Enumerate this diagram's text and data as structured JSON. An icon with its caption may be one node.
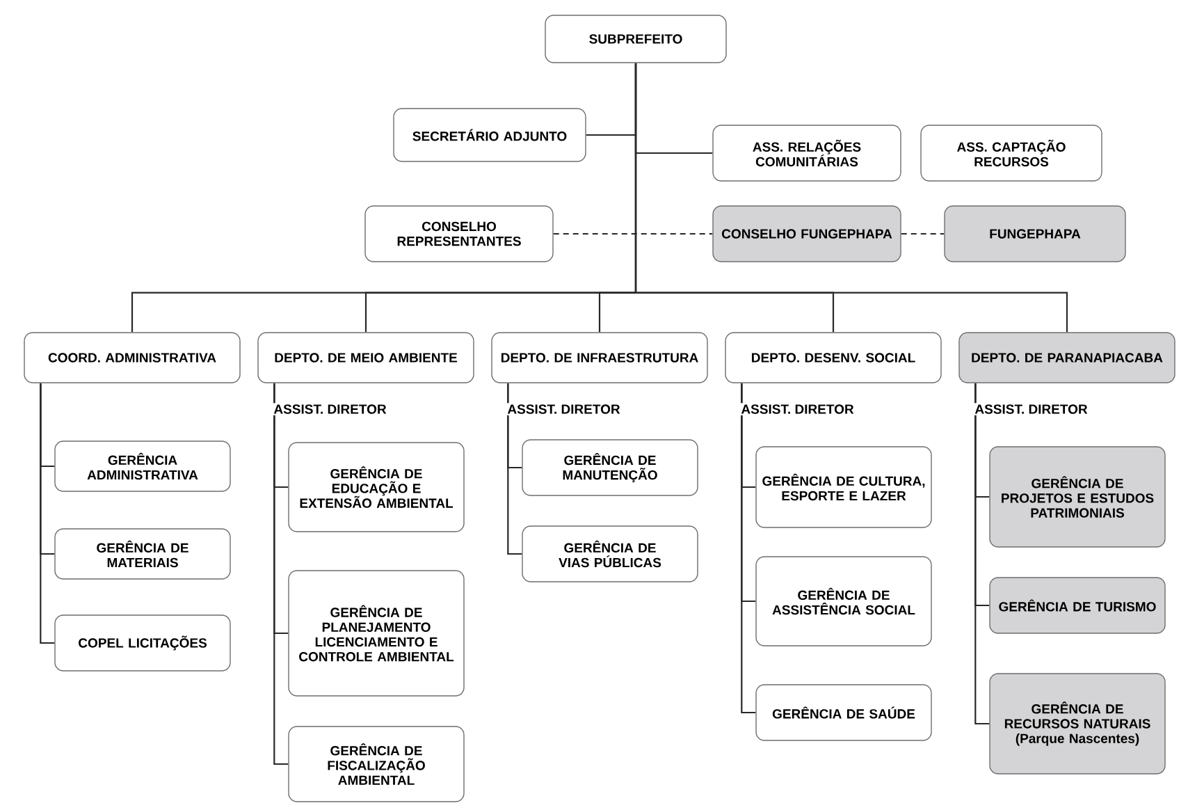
{
  "diagram": {
    "nodes": [
      {
        "text": [
          "SUBPREFEITO"
        ]
      },
      {
        "text": [
          "SECRETÁRIO ADJUNTO"
        ]
      },
      {
        "text": [
          "ASS. RELAÇÕES COMUNITÁRIAS"
        ]
      },
      {
        "text": [
          "ASS. CAPTAÇÃO RECURSOS"
        ]
      },
      {
        "text": [
          "CONSELHO REPRESENTANTES"
        ]
      },
      {
        "text": [
          "CONSELHO FUNGEPHAPA"
        ]
      },
      {
        "text": [
          "FUNGEPHAPA"
        ]
      },
      {
        "text": [
          "COORD. ADMINISTRATIVA"
        ]
      },
      {
        "text": [
          "DEPTO. DE MEIO AMBIENTE"
        ]
      },
      {
        "text": [
          "DEPTO. DE INFRAESTRUTURA"
        ]
      },
      {
        "text": [
          "DEPTO. DESENV. SOCIAL"
        ]
      },
      {
        "text": [
          "DEPTO. DE PARANAPIACABA"
        ]
      },
      {
        "text": [
          "GERÊNCIA ADMINISTRATIVA"
        ]
      },
      {
        "text": [
          "GERÊNCIA DE MATERIAIS"
        ]
      },
      {
        "text": [
          "COPEL LICITAÇÕES"
        ]
      },
      {
        "text": [
          "GERÊNCIA DE EDUCAÇÃO E EXTENSÃO AMBIENTAL"
        ]
      },
      {
        "text": [
          "GERÊNCIA DE PLANEJAMENTO LICENCIAMENTO E CONTROLE AMBIENTAL"
        ]
      },
      {
        "text": [
          "GERÊNCIA DE FISCALIZAÇÃO AMBIENTAL"
        ]
      },
      {
        "text": [
          "GERÊNCIA DE MANUTENÇÃO"
        ]
      },
      {
        "text": [
          "GERÊNCIA DE VIAS PÚBLICAS"
        ]
      },
      {
        "text": [
          "GERÊNCIA DE CULTURA, ESPORTE E LAZER"
        ]
      },
      {
        "text": [
          "GERÊNCIA DE ASSISTÊNCIA SOCIAL"
        ]
      },
      {
        "text": [
          "GERÊNCIA DE SAÚDE"
        ]
      },
      {
        "text": [
          "GERÊNCIA DE PROJETOS E ESTUDOS PATRIMONIAIS"
        ]
      },
      {
        "text": [
          "GERÊNCIA DE TURISMO"
        ]
      },
      {
        "text": [
          "GERÊNCIA DE RECURSOS NATURAIS (Parque Nascentes)"
        ]
      }
    ],
    "edges": [
      {
        "from": 0,
        "to": 1,
        "arrow": "none"
      },
      {
        "from": 0,
        "to": 2,
        "arrow": "none"
      },
      {
        "from": 4,
        "to": 5,
        "arrow": "none",
        "style": "dashed"
      },
      {
        "from": 5,
        "to": 6,
        "arrow": "none",
        "style": "dashed"
      },
      {
        "from": 0,
        "to": 7,
        "arrow": "none"
      },
      {
        "from": 0,
        "to": 8,
        "arrow": "none"
      },
      {
        "from": 0,
        "to": 9,
        "arrow": "none"
      },
      {
        "from": 0,
        "to": 10,
        "arrow": "none"
      },
      {
        "from": 0,
        "to": 11,
        "arrow": "none"
      },
      {
        "from": 7,
        "to": 12,
        "arrow": "none"
      },
      {
        "from": 7,
        "to": 13,
        "arrow": "none"
      },
      {
        "from": 7,
        "to": 14,
        "arrow": "none"
      },
      {
        "from": 8,
        "to": 15,
        "arrow": "none"
      },
      {
        "from": 8,
        "to": 16,
        "arrow": "none"
      },
      {
        "from": 8,
        "to": 17,
        "arrow": "none"
      },
      {
        "from": 9,
        "to": 18,
        "arrow": "none"
      },
      {
        "from": 9,
        "to": 19,
        "arrow": "none"
      },
      {
        "from": 10,
        "to": 20,
        "arrow": "none"
      },
      {
        "from": 10,
        "to": 21,
        "arrow": "none"
      },
      {
        "from": 10,
        "to": 22,
        "arrow": "none"
      },
      {
        "from": 11,
        "to": 23,
        "arrow": "none"
      },
      {
        "from": 11,
        "to": 24,
        "arrow": "none"
      },
      {
        "from": 11,
        "to": 25,
        "arrow": "none"
      }
    ],
    "labels": [
      "ASSIST. DIRETOR",
      "ASSIST. DIRETOR",
      "ASSIST. DIRETOR",
      "ASSIST. DIRETOR"
    ]
  }
}
